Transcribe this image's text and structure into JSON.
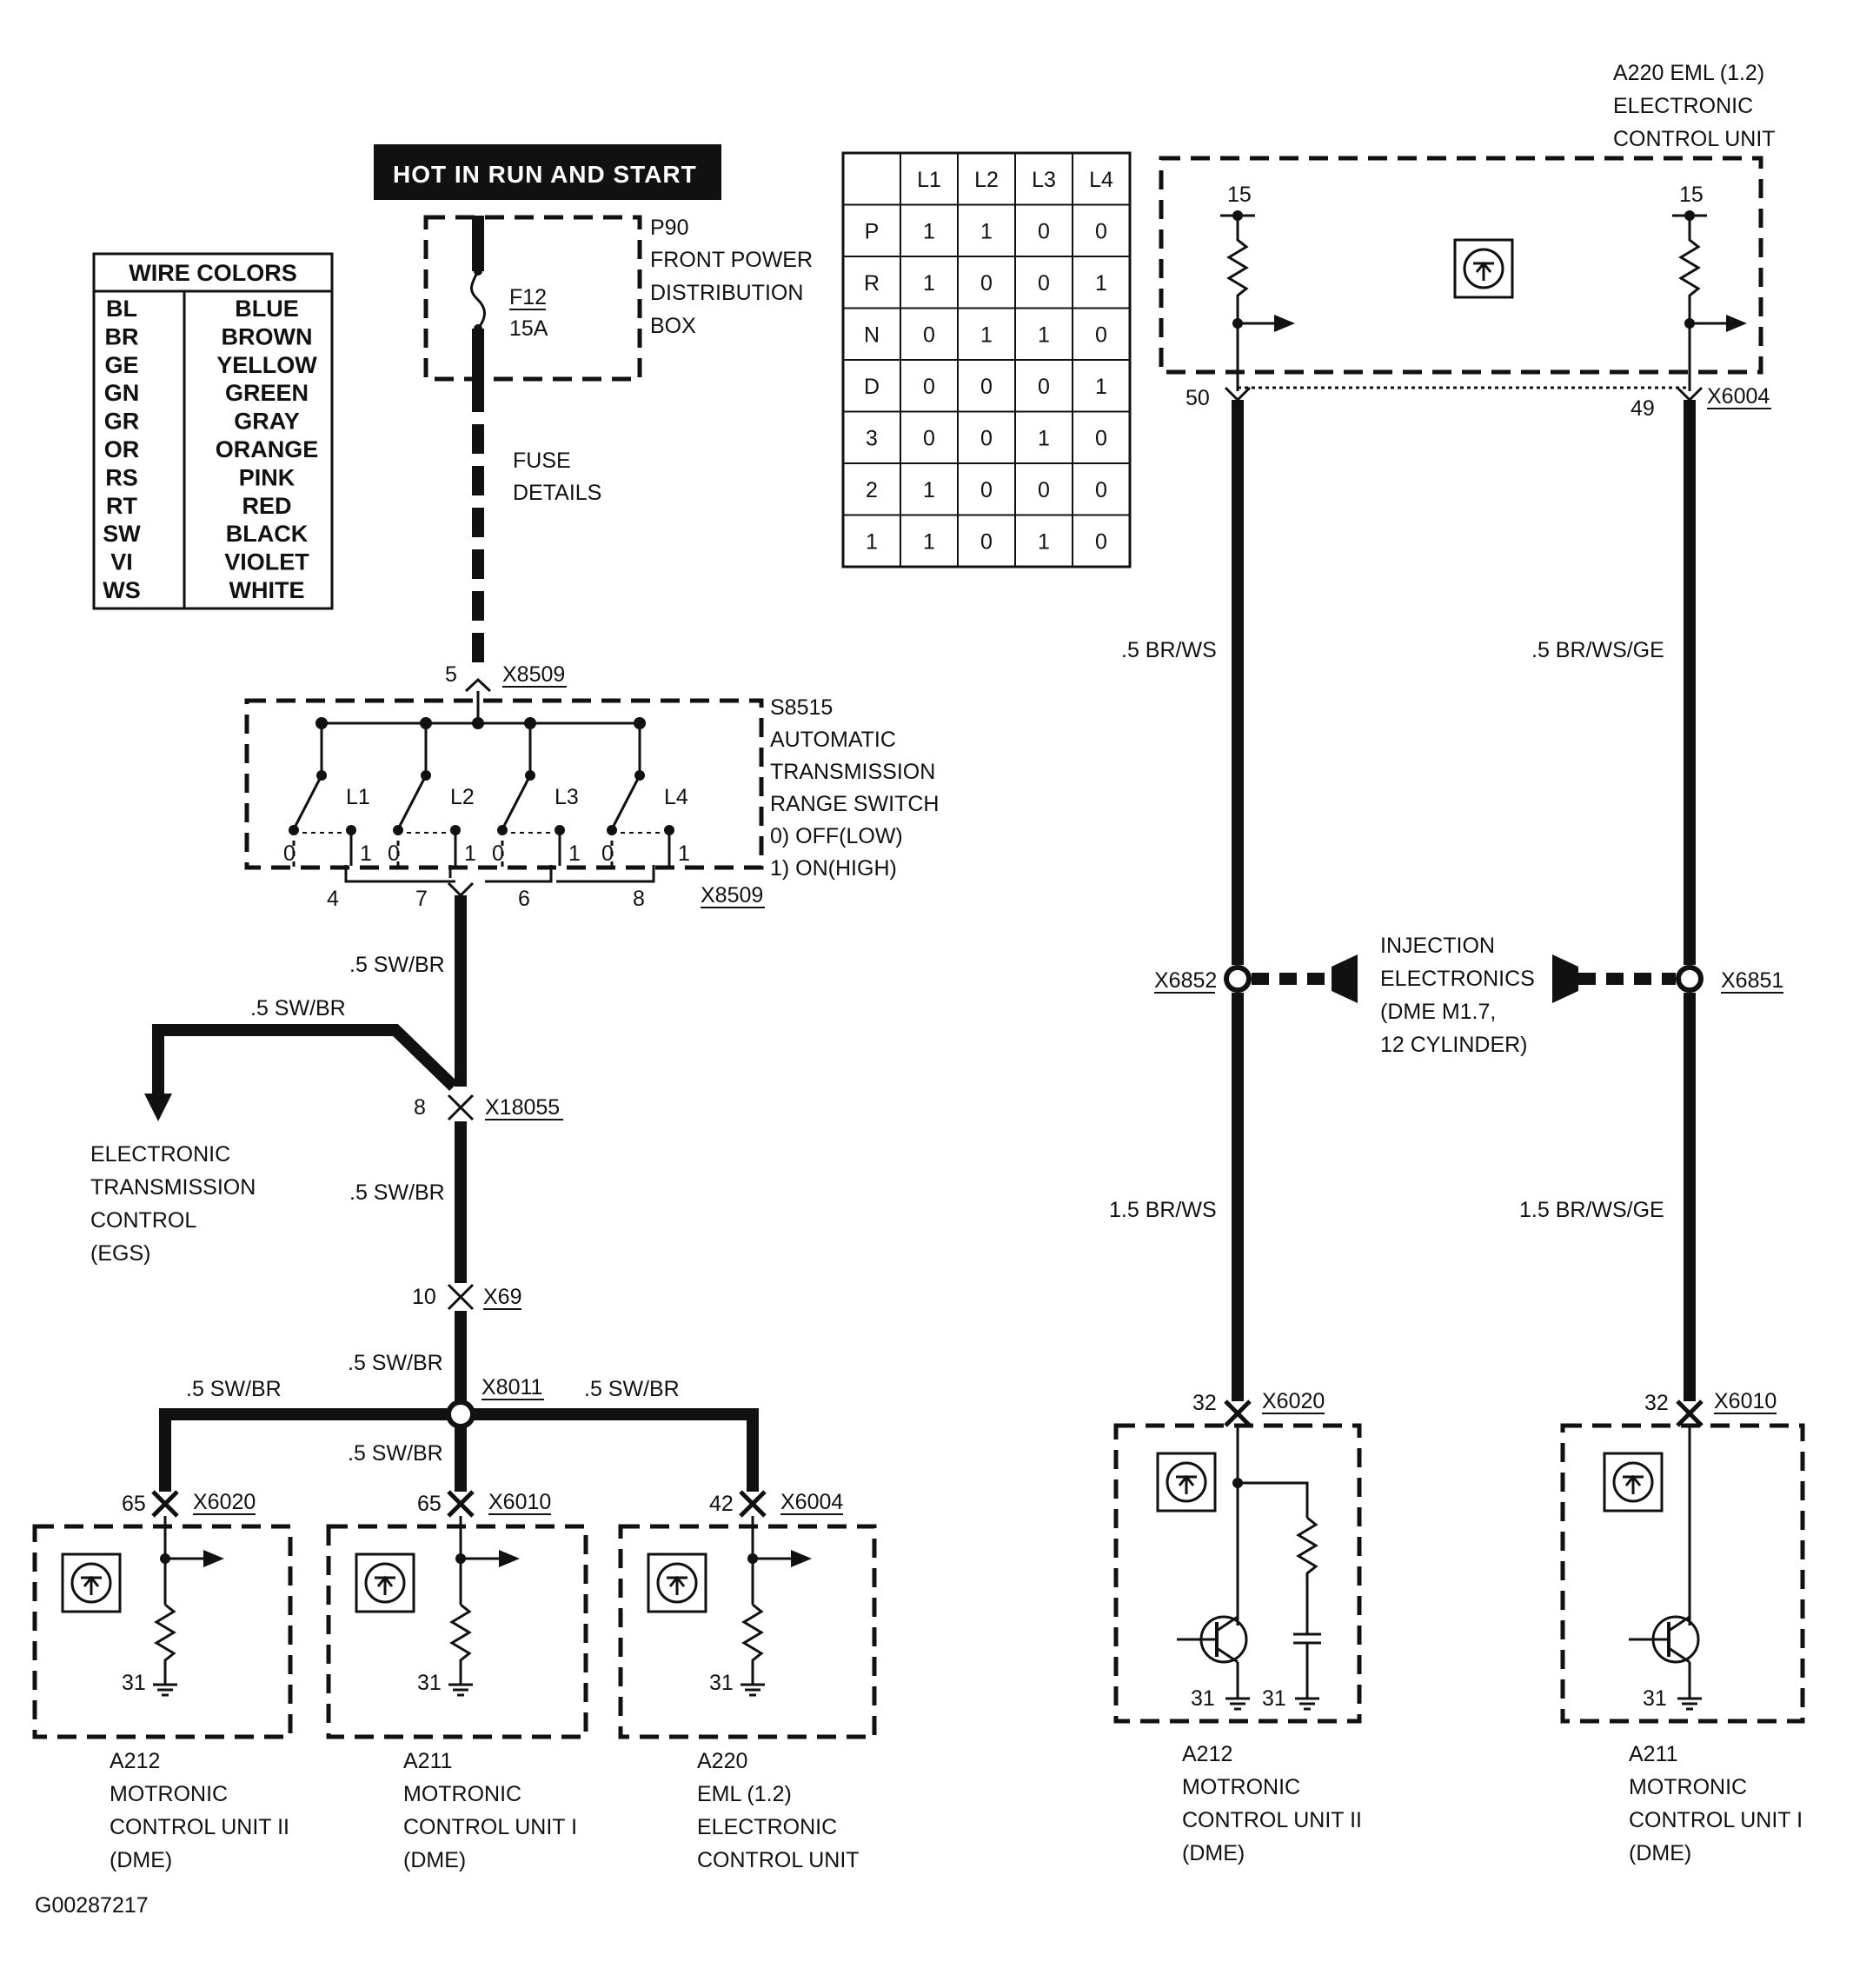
{
  "header": {
    "title": "HOT IN RUN AND START"
  },
  "wire_colors": {
    "title": "WIRE COLORS",
    "rows": [
      {
        "code": "BL",
        "name": "BLUE"
      },
      {
        "code": "BR",
        "name": "BROWN"
      },
      {
        "code": "GE",
        "name": "YELLOW"
      },
      {
        "code": "GN",
        "name": "GREEN"
      },
      {
        "code": "GR",
        "name": "GRAY"
      },
      {
        "code": "OR",
        "name": "ORANGE"
      },
      {
        "code": "RS",
        "name": "PINK"
      },
      {
        "code": "RT",
        "name": "RED"
      },
      {
        "code": "SW",
        "name": "BLACK"
      },
      {
        "code": "VI",
        "name": "VIOLET"
      },
      {
        "code": "WS",
        "name": "WHITE"
      }
    ]
  },
  "truth_table": {
    "headers": [
      "",
      "L1",
      "L2",
      "L3",
      "L4"
    ],
    "rows": [
      [
        "P",
        "1",
        "1",
        "0",
        "0"
      ],
      [
        "R",
        "1",
        "0",
        "0",
        "1"
      ],
      [
        "N",
        "0",
        "1",
        "1",
        "0"
      ],
      [
        "D",
        "0",
        "0",
        "0",
        "1"
      ],
      [
        "3",
        "0",
        "0",
        "1",
        "0"
      ],
      [
        "2",
        "1",
        "0",
        "0",
        "0"
      ],
      [
        "1",
        "1",
        "0",
        "1",
        "0"
      ]
    ]
  },
  "fuse": {
    "name": "F12",
    "rating": "15A",
    "box": [
      "P90",
      "FRONT POWER",
      "DISTRIBUTION",
      "BOX"
    ],
    "details": [
      "FUSE",
      "DETAILS"
    ]
  },
  "switch": {
    "connector_in": "X8509",
    "pin_in": "5",
    "desc": [
      "S8515",
      "AUTOMATIC",
      "TRANSMISSION",
      "RANGE SWITCH",
      "0)   OFF(LOW)",
      "1)   ON(HIGH)"
    ],
    "contacts": [
      "L1",
      "L2",
      "L3",
      "L4"
    ],
    "pos0": "0",
    "pos1": "1",
    "pins_out": [
      "4",
      "7",
      "6",
      "8"
    ],
    "connector_out": "X8509"
  },
  "left_branch": {
    "wire1": ".5 SW/BR",
    "wire_branch": ".5 SW/BR",
    "egs": [
      "ELECTRONIC",
      "TRANSMISSION",
      "CONTROL",
      "(EGS)"
    ],
    "c18055_pin": "8",
    "c18055": "X18055",
    "wire2": ".5 SW/BR",
    "c69_pin": "10",
    "c69": "X69",
    "wire3": ".5 SW/BR",
    "splice": "X8011",
    "wire_left": ".5 SW/BR",
    "wire_right": ".5 SW/BR",
    "wire_mid": ".5 SW/BR"
  },
  "bottom_modules": [
    {
      "pin": "65",
      "conn": "X6020",
      "ground": "31",
      "label": [
        "A212",
        "MOTRONIC",
        "CONTROL UNIT II",
        "(DME)"
      ]
    },
    {
      "pin": "65",
      "conn": "X6010",
      "ground": "31",
      "label": [
        "A211",
        "MOTRONIC",
        "CONTROL UNIT I",
        "(DME)"
      ]
    },
    {
      "pin": "42",
      "conn": "X6004",
      "ground": "31",
      "label": [
        "A220",
        "EML (1.2)",
        "ELECTRONIC",
        "CONTROL UNIT"
      ]
    }
  ],
  "eml_unit": {
    "label": [
      "A220  EML (1.2)",
      "ELECTRONIC",
      "CONTROL UNIT"
    ],
    "pin15a": "15",
    "pin15b": "15",
    "pin_left": "50",
    "pin_right": "49",
    "conn": "X6004"
  },
  "right_wires": {
    "left_upper": ".5 BR/WS",
    "right_upper": ".5 BR/WS/GE",
    "left_conn": "X6852",
    "right_conn": "X6851",
    "injection": [
      "INJECTION",
      "ELECTRONICS",
      "(DME M1.7,",
      "12 CYLINDER)"
    ],
    "left_lower": "1.5 BR/WS",
    "right_lower": "1.5 BR/WS/GE"
  },
  "right_modules": [
    {
      "pin": "32",
      "conn": "X6020",
      "ground1": "31",
      "ground2": "31",
      "label": [
        "A212",
        "MOTRONIC",
        "CONTROL UNIT II",
        "(DME)"
      ]
    },
    {
      "pin": "32",
      "conn": "X6010",
      "ground1": "31",
      "label": [
        "A211",
        "MOTRONIC",
        "CONTROL UNIT I",
        "(DME)"
      ]
    }
  ],
  "figure_id": "G00287217"
}
